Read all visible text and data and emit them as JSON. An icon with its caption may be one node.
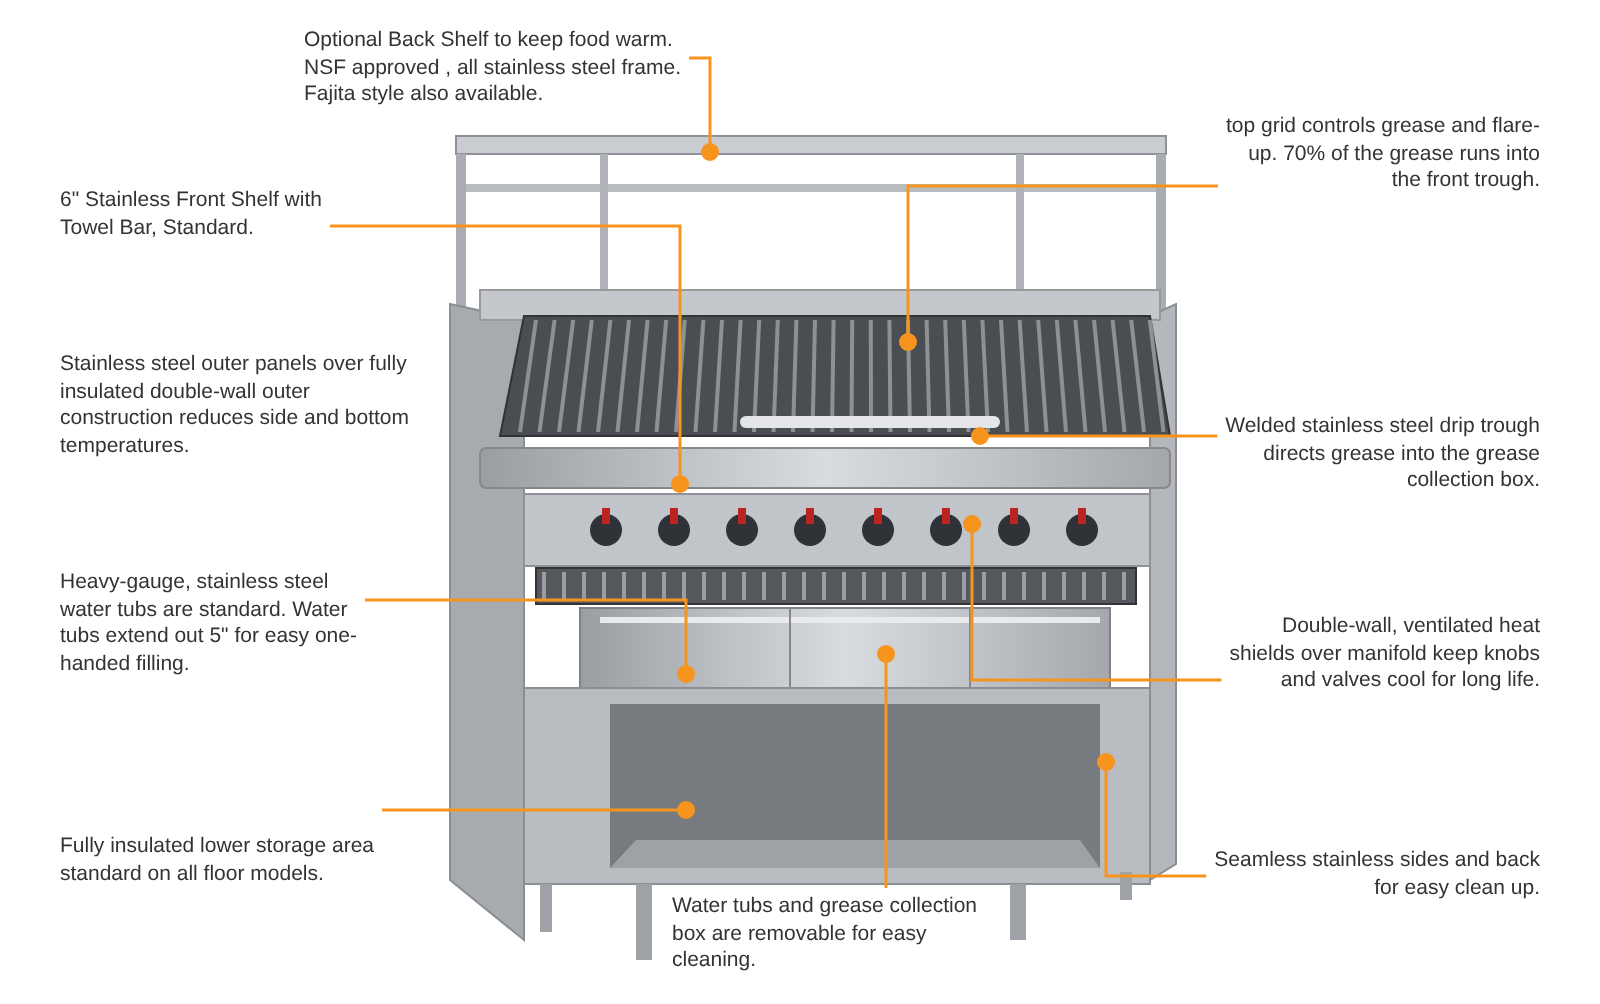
{
  "diagram": {
    "nodes": [
      {
        "text": [
          "Optional Back Shelf to keep food warm. NSF approved , all stainless steel frame. Fajita style also available."
        ]
      },
      {
        "text": [
          "6\" Stainless Front Shelf with Towel Bar, Standard."
        ]
      },
      {
        "text": [
          "top grid controls grease and flare-up. 70% of the grease runs into the front trough."
        ]
      },
      {
        "text": [
          "Welded stainless steel drip trough directs grease into the grease collection box."
        ]
      },
      {
        "text": [
          "Heavy-gauge, stainless steel water tubs are standard. Water tubs extend out 5\" for easy one-handed filling."
        ]
      },
      {
        "text": [
          "Double-wall, ventilated heat shields over manifold keep knobs and valves cool for long life."
        ]
      },
      {
        "text": [
          "Fully insulated lower storage area standard on all floor models."
        ]
      },
      {
        "text": [
          "Seamless stainless sides and back for easy clean up."
        ]
      },
      {
        "text": [
          "Water tubs and grease collection box are removable for easy cleaning."
        ]
      }
    ],
    "edges": [
      {
        "from": 0,
        "to": null,
        "arrow": "other"
      },
      {
        "from": 1,
        "to": null,
        "arrow": "other"
      },
      {
        "from": 2,
        "to": null,
        "arrow": "other"
      },
      {
        "from": 3,
        "to": null,
        "arrow": "other"
      },
      {
        "from": 4,
        "to": null,
        "arrow": "other"
      },
      {
        "from": 5,
        "to": null,
        "arrow": "other"
      },
      {
        "from": 6,
        "to": null,
        "arrow": "other"
      },
      {
        "from": 7,
        "to": null,
        "arrow": "other"
      },
      {
        "from": 8,
        "to": null,
        "arrow": "other"
      }
    ],
    "labels": [
      "Stainless steel outer panels over fully insulated double-wall outer construction reduces side and bottom temperatures."
    ]
  }
}
